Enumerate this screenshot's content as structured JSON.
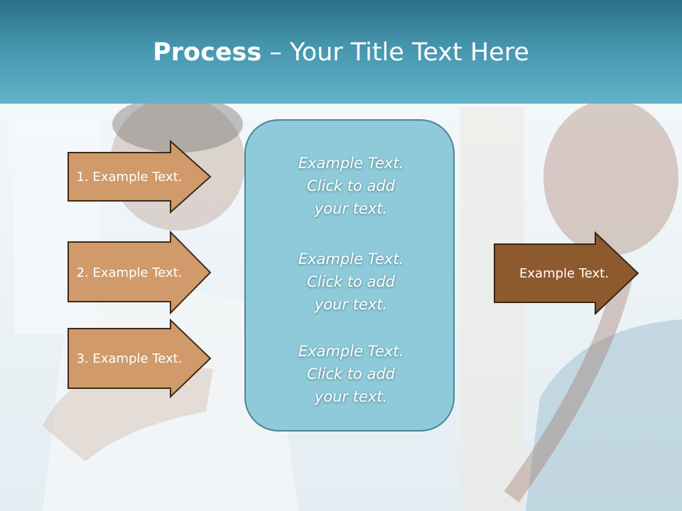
{
  "title": {
    "bold": "Process",
    "rest": " – Your Title Text Here"
  },
  "steps": [
    {
      "label": "1. Example Text."
    },
    {
      "label": "2. Example Text."
    },
    {
      "label": "3. Example Text."
    }
  ],
  "center_box": {
    "items": [
      {
        "line1": "Example Text.",
        "line2": "Click  to add",
        "line3": "your text."
      },
      {
        "line1": "Example Text.",
        "line2": "Click  to add",
        "line3": "your text."
      },
      {
        "line1": "Example Text.",
        "line2": "Click  to add",
        "line3": "your text."
      }
    ]
  },
  "output": {
    "label": "Example Text."
  },
  "colors": {
    "title_bar": "#4596ad",
    "step_arrow": "#d09a6a",
    "output_arrow": "#8d5a2e",
    "center_box": "#8ecad9"
  }
}
